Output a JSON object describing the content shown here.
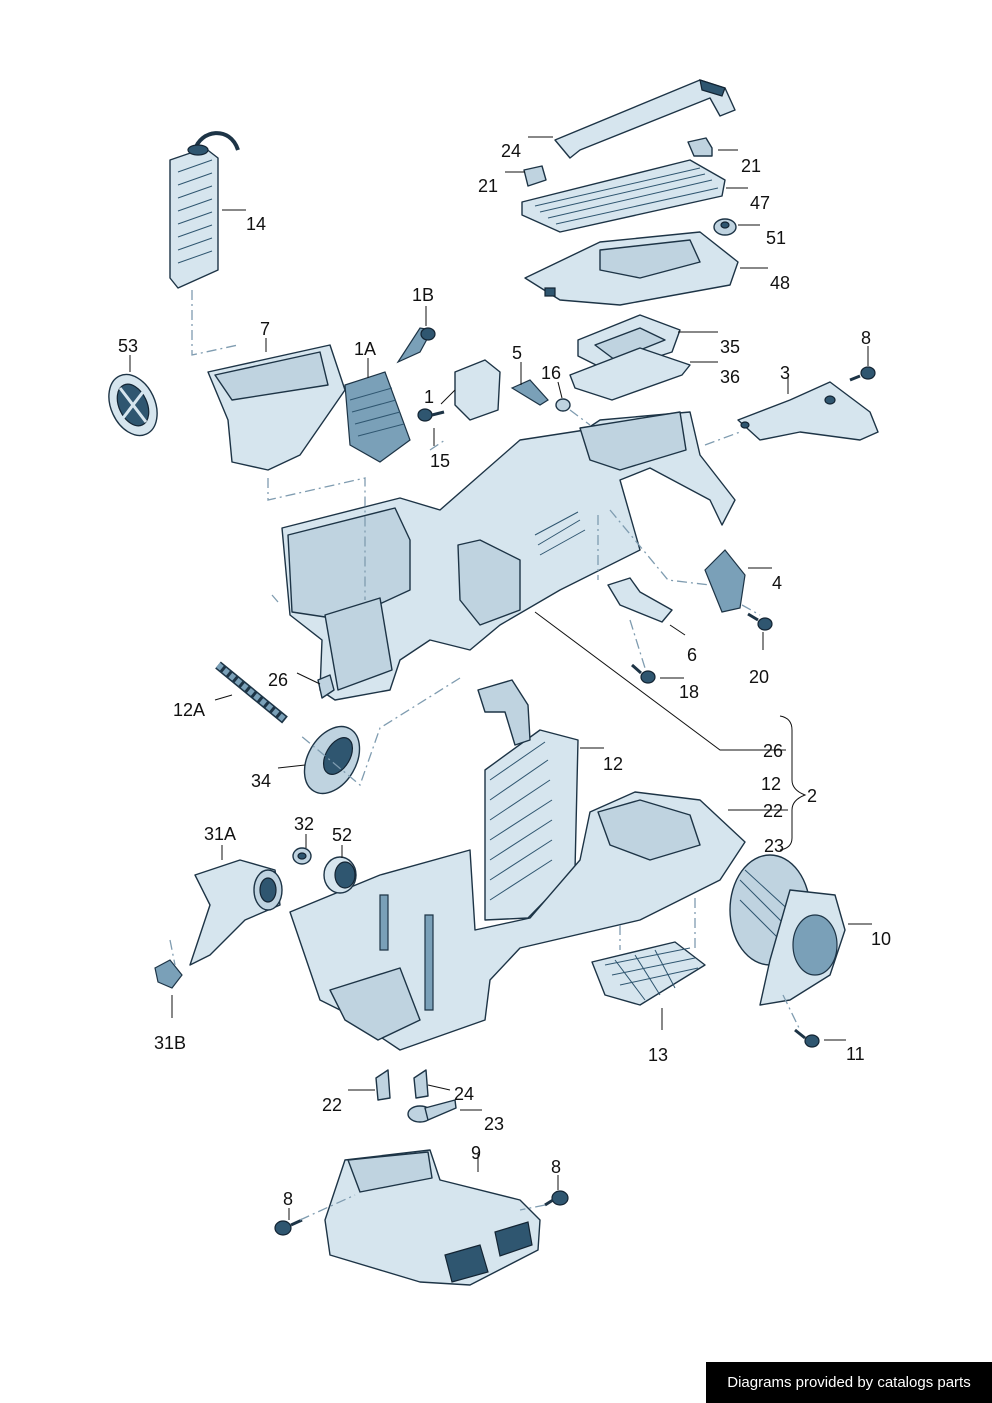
{
  "callouts": {
    "c24_top": "24",
    "c21_right": "21",
    "c21_left": "21",
    "c47": "47",
    "c51": "51",
    "c48": "48",
    "c14": "14",
    "c1B": "1B",
    "c7": "7",
    "c53": "53",
    "c1A": "1A",
    "c5": "5",
    "c35": "35",
    "c16": "16",
    "c36": "36",
    "c1": "1",
    "c3": "3",
    "c8_top": "8",
    "c15": "15",
    "c4": "4",
    "c6": "6",
    "c20": "20",
    "c18": "18",
    "c26_left": "26",
    "c12A": "12A",
    "c26_right": "26",
    "c12_list": "12",
    "c2": "2",
    "c22_list": "22",
    "c23_list": "23",
    "c34": "34",
    "c12": "12",
    "c31A": "31A",
    "c32": "32",
    "c52": "52",
    "c10": "10",
    "c31B": "31B",
    "c13": "13",
    "c11": "11",
    "c22_bottom": "22",
    "c24_bottom": "24",
    "c23_bottom": "23",
    "c9": "9",
    "c8_left": "8",
    "c8_right": "8"
  },
  "footer": {
    "credit": "Diagrams provided by catalogs parts"
  },
  "colors": {
    "part_fill": "#d6e5ee",
    "outline": "#1d3446",
    "accent_dark": "#2f5670"
  }
}
